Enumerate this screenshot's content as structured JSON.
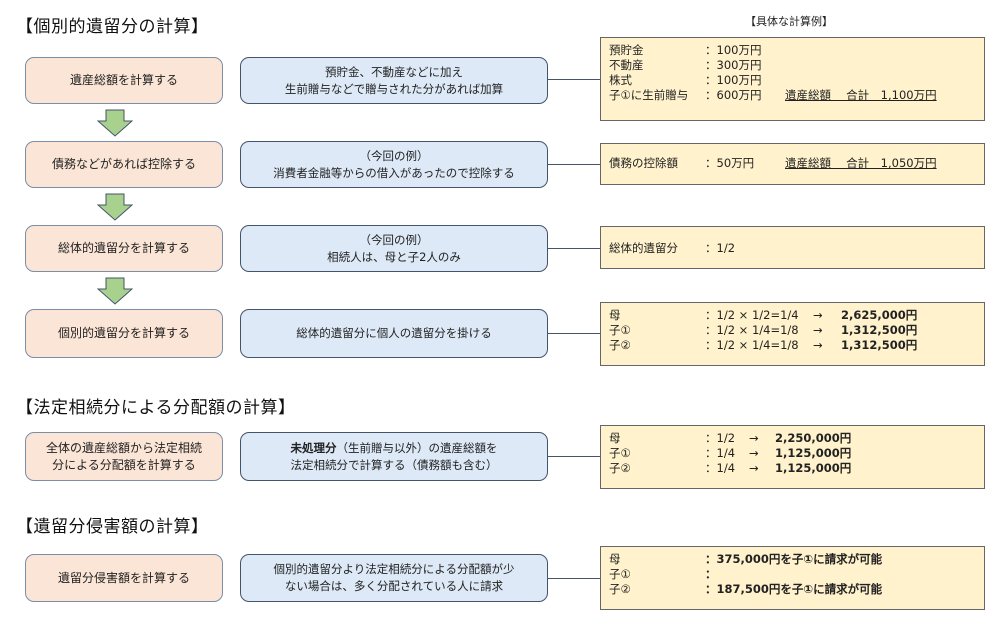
{
  "sections": {
    "s1_title": "【個別的遺留分の計算】",
    "s2_title": "【法定相続分による分配額の計算】",
    "s3_title": "【遺留分侵害額の計算】"
  },
  "example_label": "【具体な計算例】",
  "steps": {
    "step1": "遺産総額を計算する",
    "step2": "債務などがあれば控除する",
    "step3": "総体的遺留分を計算する",
    "step4": "個別的遺留分を計算する",
    "step5_line1": "全体の遺産総額から法定相続",
    "step5_line2": "分による分配額を計算する",
    "step6": "遺留分侵害額を計算する"
  },
  "notes": {
    "n1_line1": "預貯金、不動産などに加え",
    "n1_line2": "生前贈与などで贈与された分があれば加算",
    "n2_line1": "（今回の例）",
    "n2_line2": "消費者金融等からの借入があったので控除する",
    "n3_line1": "（今回の例）",
    "n3_line2": "相続人は、母と子2人のみ",
    "n4": "総体的遺留分に個人の遺留分を掛ける",
    "n5_bold": "未処理分",
    "n5_line1_rest": "（生前贈与以外）の遺産総額を",
    "n5_line2": "法定相続分で計算する（債務額も含む）",
    "n6_line1": "個別的遺留分より法定相続分による分配額が少",
    "n6_line2": "ない場合は、多く分配されている人に請求"
  },
  "results": {
    "r1": {
      "rows": [
        {
          "label": "預貯金",
          "value": "：100万円"
        },
        {
          "label": "不動産",
          "value": "：300万円"
        },
        {
          "label": "株式",
          "value": "：100万円"
        },
        {
          "label": "子①に生前贈与",
          "value": "：600万円"
        }
      ],
      "total": "遺産総額　 合計　1,100万円"
    },
    "r2": {
      "label": "債務の控除額",
      "value": "：50万円",
      "total": "遺産総額　 合計　1,050万円"
    },
    "r3": {
      "label": "総体的遺留分",
      "value": "：1/2"
    },
    "r4": {
      "rows": [
        {
          "label": "母",
          "formula": "：1/2 × 1/2=1/4",
          "arrow": "→",
          "amount": "2,625,000円"
        },
        {
          "label": "子①",
          "formula": "：1/2 × 1/4=1/8",
          "arrow": "→",
          "amount": "1,312,500円"
        },
        {
          "label": "子②",
          "formula": "：1/2 × 1/4=1/8",
          "arrow": "→",
          "amount": "1,312,500円"
        }
      ]
    },
    "r5": {
      "rows": [
        {
          "label": "母",
          "formula": "：1/2",
          "arrow": "→",
          "amount": "2,250,000円"
        },
        {
          "label": "子①",
          "formula": "：1/4",
          "arrow": "→",
          "amount": "1,125,000円"
        },
        {
          "label": "子②",
          "formula": "：1/4",
          "arrow": "→",
          "amount": "1,125,000円"
        }
      ]
    },
    "r6": {
      "rows": [
        {
          "label": "母",
          "value": "：375,000円を子①に請求が可能"
        },
        {
          "label": "子①",
          "value": "："
        },
        {
          "label": "子②",
          "value": "：187,500円を子①に請求が可能"
        }
      ]
    }
  },
  "colors": {
    "step_fill": "#fbe5d6",
    "note_fill": "#dde9f7",
    "result_fill": "#fff2cc",
    "arrow_fill": "#a9d18e",
    "arrow_stroke": "#44546a"
  }
}
